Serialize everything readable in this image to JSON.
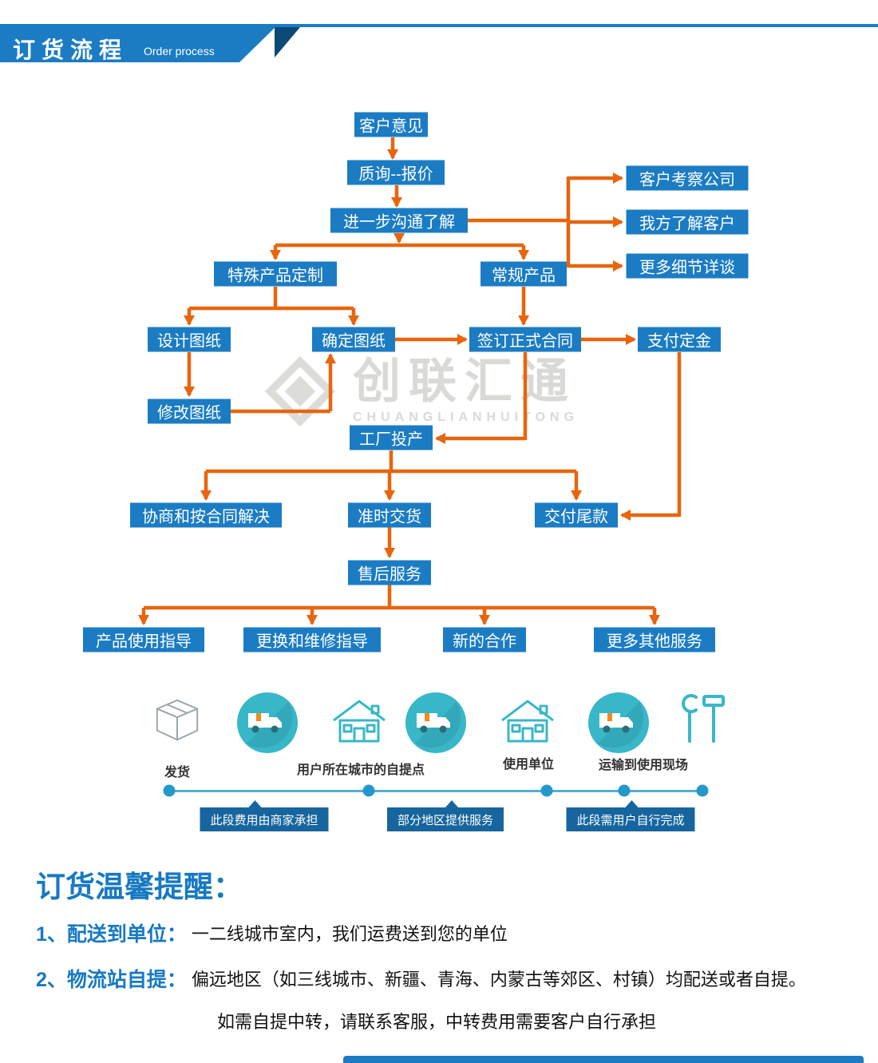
{
  "header": {
    "title": "订货流程",
    "subtitle": "Order process"
  },
  "flow": {
    "customer_opinion": "客户意见",
    "inquiry_quote": "质询--报价",
    "communicate": "进一步沟通了解",
    "visit_company": "客户考察公司",
    "know_customer": "我方了解客户",
    "more_details": "更多细节详谈",
    "special_custom": "特殊产品定制",
    "regular_product": "常规产品",
    "design_drawing": "设计图纸",
    "confirm_drawing": "确定图纸",
    "sign_contract": "签订正式合同",
    "pay_deposit": "支付定金",
    "modify_drawing": "修改图纸",
    "factory_start": "工厂投产",
    "negotiate": "协商和按合同解决",
    "on_time_delivery": "准时交货",
    "pay_balance": "交付尾款",
    "after_sales": "售后服务",
    "usage_guide": "产品使用指导",
    "repair_guide": "更换和维修指导",
    "new_coop": "新的合作",
    "more_services": "更多其他服务"
  },
  "watermark": {
    "brand": "创联汇通",
    "brand_en": "CHUANGLIANHUITONG"
  },
  "logistics": {
    "ship_label": "发货",
    "pickup_label": "用户所在城市的自提点",
    "unit_label": "使用单位",
    "transport_label": "运输到使用现场",
    "tag_merchant": "此段费用由商家承担",
    "tag_partial": "部分地区提供服务",
    "tag_user": "此段需用户自行完成"
  },
  "reminder": {
    "title": "订货温馨提醒：",
    "item1_label": "1、配送到单位：",
    "item1_text": "一二线城市室内，我们运费送到您的单位",
    "item2_label": "2、物流站自提：",
    "item2_text": "偏远地区（如三线城市、新疆、青海、内蒙古等郊区、村镇）均配送或者自提。",
    "item2_note": "如需自提中转，请联系客服，中转费用需要客户自行承担"
  },
  "colors": {
    "primary_blue": "#1b7cc4",
    "arrow_orange": "#e8650d",
    "teal": "#38b7c9",
    "tag_blue": "#17659e",
    "watermark_gray": "#d9d9d6"
  }
}
